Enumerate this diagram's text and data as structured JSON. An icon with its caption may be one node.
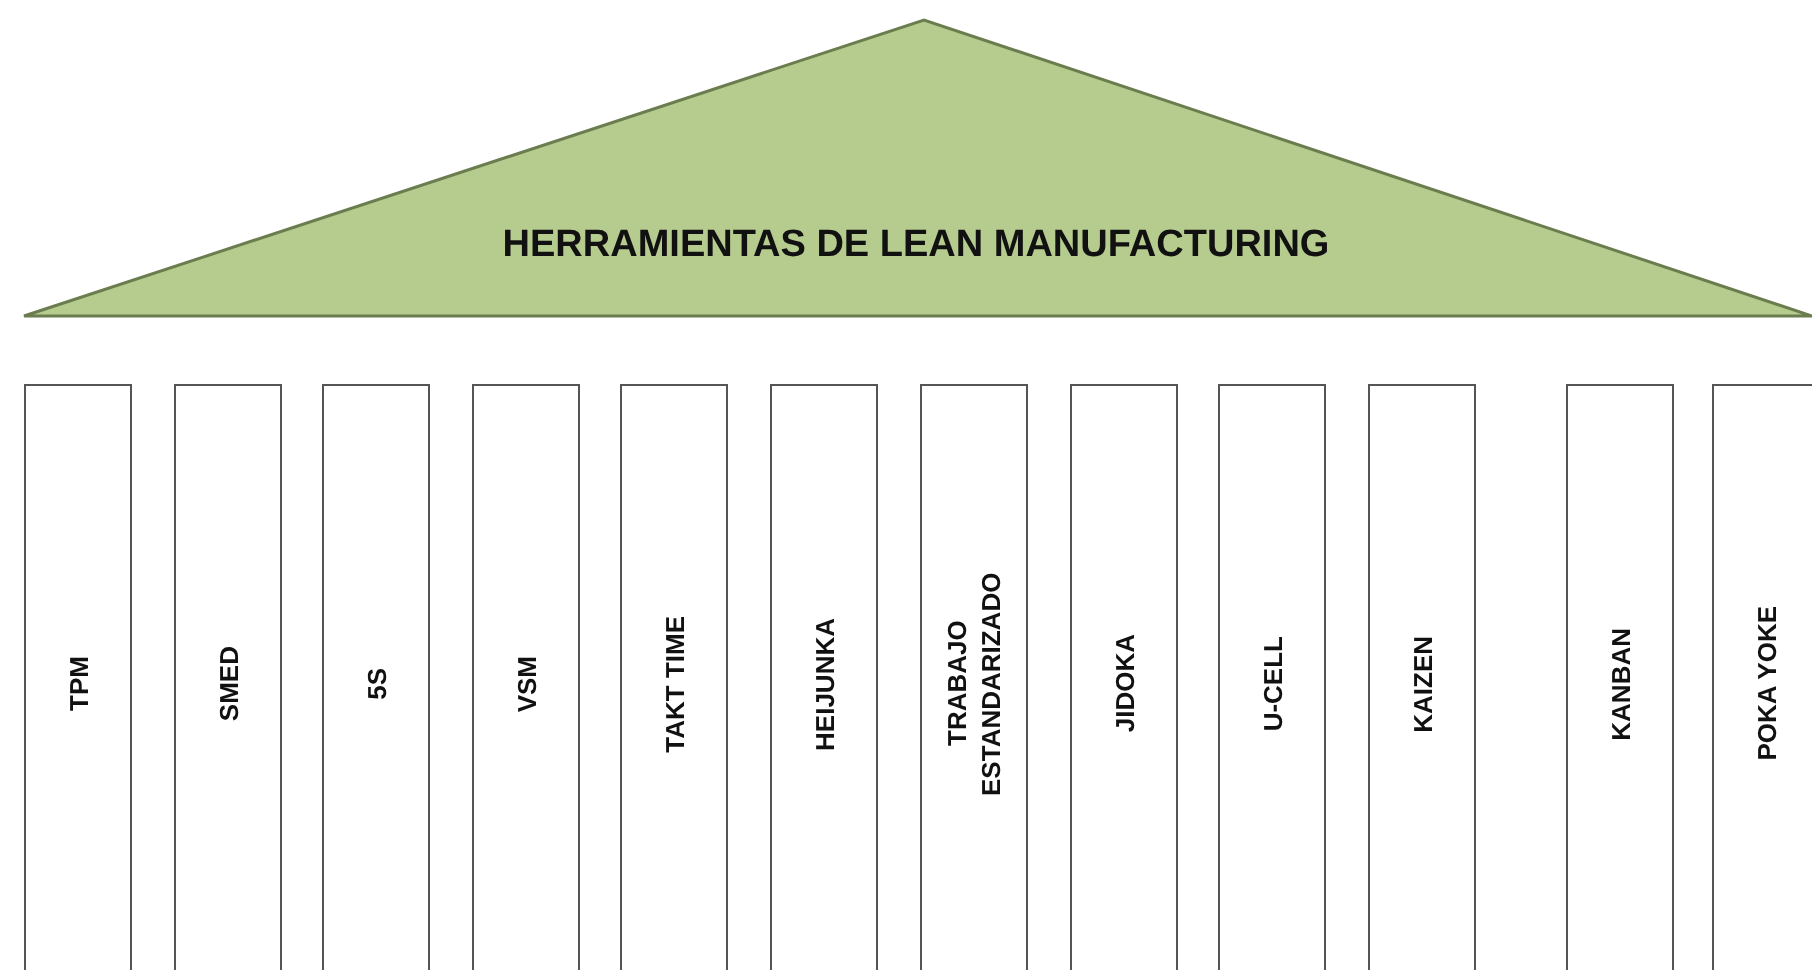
{
  "diagram": {
    "nodes": [
      {
        "text": [
          "HERRAMIENTAS DE LEAN MANUFACTURING"
        ]
      },
      {
        "text": [
          "TPM"
        ]
      },
      {
        "text": [
          "SMED"
        ]
      },
      {
        "text": [
          "5S"
        ]
      },
      {
        "text": [
          "VSM"
        ]
      },
      {
        "text": [
          "TAKT TIME"
        ]
      },
      {
        "text": [
          "HEIJUNKA"
        ]
      },
      {
        "text": [
          "TRABAJO ESTANDARIZADO"
        ]
      },
      {
        "text": [
          "JIDOKA"
        ]
      },
      {
        "text": [
          "U-CELL"
        ]
      },
      {
        "text": [
          "KAIZEN"
        ]
      },
      {
        "text": [
          "KANBAN"
        ]
      },
      {
        "text": [
          "POKA YOKE"
        ]
      }
    ],
    "edges": []
  }
}
